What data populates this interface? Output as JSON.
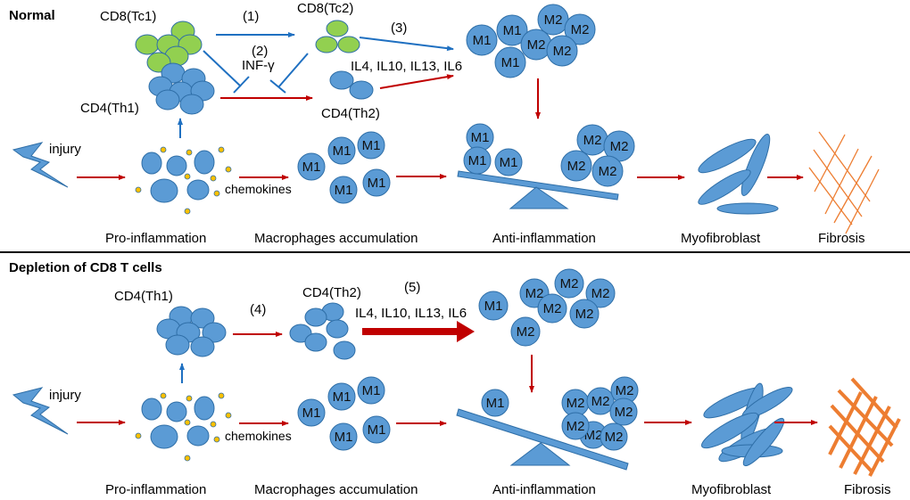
{
  "colors": {
    "macrophage_blue": "#5b9bd5",
    "outline_blue": "#2e6ea7",
    "tc_green": "#92d050",
    "chemokine_yellow": "#ffc000",
    "arrow_red": "#c00000",
    "arrow_blue": "#1f70c1",
    "fibrosis_orange": "#ed7d31",
    "divider": "#000000"
  },
  "normal": {
    "title": "Normal",
    "cd8_tc1": "CD8(Tc1)",
    "cd8_tc2": "CD8(Tc2)",
    "cd4_th1": "CD4(Th1)",
    "cd4_th2": "CD4(Th2)",
    "step1": "(1)",
    "step2": "(2)",
    "inf_gamma": "INF-γ",
    "step3": "(3)",
    "cytokines": "IL4, IL10, IL13, IL6",
    "injury": "injury",
    "chemokines": "chemokines",
    "top_cluster": [
      "M1",
      "M1",
      "M2",
      "M2",
      "M2",
      "M2",
      "M1"
    ],
    "accumulation": [
      "M1",
      "M1",
      "M1",
      "M1",
      "M1"
    ],
    "balance_left": [
      "M1",
      "M1",
      "M1"
    ],
    "balance_right": [
      "M2",
      "M2",
      "M2",
      "M2"
    ],
    "stages": [
      "Pro-inflammation",
      "Macrophages accumulation",
      "Anti-inflammation",
      "Myofibroblast",
      "Fibrosis"
    ]
  },
  "depletion": {
    "title": "Depletion of CD8 T cells",
    "cd4_th1": "CD4(Th1)",
    "cd4_th2": "CD4(Th2)",
    "step4": "(4)",
    "step5": "(5)",
    "cytokines": "IL4, IL10, IL13, IL6",
    "injury": "injury",
    "chemokines": "chemokines",
    "top_cluster": [
      "M1",
      "M2",
      "M2",
      "M2",
      "M2",
      "M2",
      "M2"
    ],
    "accumulation": [
      "M1",
      "M1",
      "M1",
      "M1",
      "M1"
    ],
    "balance_left": [
      "M1"
    ],
    "balance_right": [
      "M2",
      "M2",
      "M2",
      "M2",
      "M2",
      "M2",
      "M2"
    ],
    "stages": [
      "Pro-inflammation",
      "Macrophages accumulation",
      "Anti-inflammation",
      "Myofibroblast",
      "Fibrosis"
    ]
  }
}
